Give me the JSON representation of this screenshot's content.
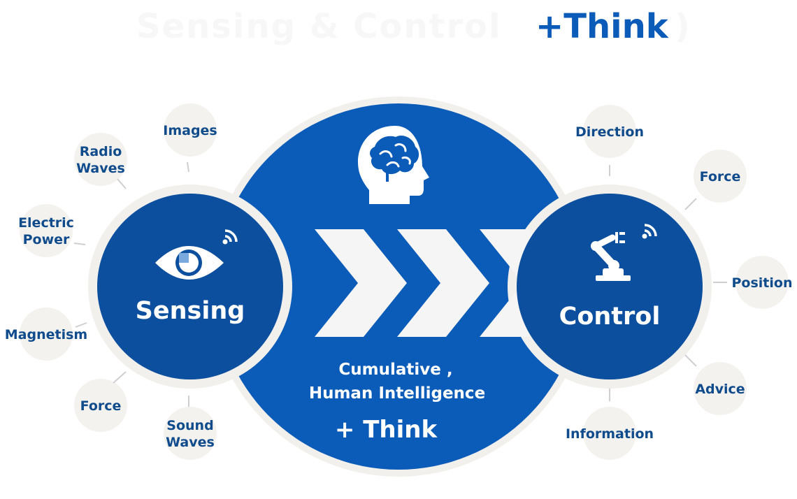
{
  "title": {
    "light": "Sensing & Control",
    "think": "+Think",
    "paren": ")"
  },
  "center": {
    "line1": "Cumulative ,",
    "line2": "Human Intelligence",
    "think": "+ Think"
  },
  "sensing": {
    "label": "Sensing",
    "inputs": [
      {
        "name": "images",
        "lines": [
          "Images"
        ]
      },
      {
        "name": "radio-waves",
        "lines": [
          "Radio",
          "Waves"
        ]
      },
      {
        "name": "electric-power",
        "lines": [
          "Electric",
          "Power"
        ]
      },
      {
        "name": "magnetism",
        "lines": [
          "Magnetism"
        ]
      },
      {
        "name": "force",
        "lines": [
          "Force"
        ]
      },
      {
        "name": "sound-waves",
        "lines": [
          "Sound",
          "Waves"
        ]
      }
    ]
  },
  "control": {
    "label": "Control",
    "outputs": [
      {
        "name": "direction",
        "lines": [
          "Direction"
        ]
      },
      {
        "name": "force",
        "lines": [
          "Force"
        ]
      },
      {
        "name": "position",
        "lines": [
          "Position"
        ]
      },
      {
        "name": "advice",
        "lines": [
          "Advice"
        ]
      },
      {
        "name": "information",
        "lines": [
          "Information"
        ]
      }
    ]
  },
  "colors": {
    "blue": "#0b5bb8",
    "dark_blue": "#0d4f9f",
    "bubble": "#f3f2ef",
    "ring": "#f1f0ec",
    "label": "#104b8c",
    "arrow": "#cfcfcf"
  },
  "icons": [
    "brain-head-icon",
    "eye-icon",
    "wifi-signal-icon",
    "robot-arm-icon"
  ]
}
